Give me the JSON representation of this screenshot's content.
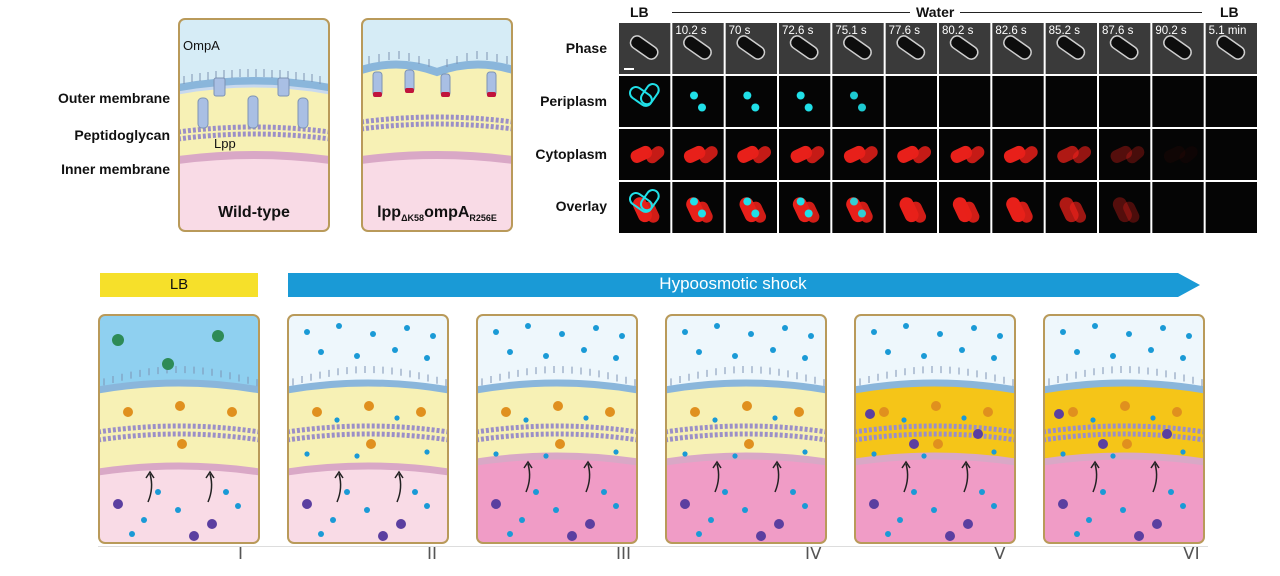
{
  "panel_a": {
    "labels": {
      "outer_membrane": "Outer membrane",
      "peptidoglycan": "Peptidoglycan",
      "inner_membrane": "Inner membrane",
      "ompa": "OmpA",
      "lpp": "Lpp"
    },
    "wild_type_caption": "Wild-type",
    "mutant_caption": {
      "lpp": "lpp",
      "lpp_sub": "ΔK58",
      "ompa": "ompA",
      "ompa_sub": "R256E"
    }
  },
  "micrograph": {
    "header_lb_left": "LB",
    "header_water": "Water",
    "header_lb_right": "LB",
    "rows": [
      "Phase",
      "Periplasm",
      "Cytoplasm",
      "Overlay"
    ],
    "time_labels": [
      "10.2 s",
      "70 s",
      "72.6 s",
      "75.1 s",
      "77.6 s",
      "80.2 s",
      "82.6 s",
      "85.2 s",
      "87.6 s",
      "90.2 s",
      "5.1 min"
    ]
  },
  "panel_c": {
    "lb_label": "LB",
    "shock_label": "Hypoosmotic shock",
    "stages": [
      "I",
      "II",
      "III",
      "IV",
      "V",
      "VI"
    ]
  },
  "colors": {
    "lb_bar": "#f6e02a",
    "shock_arrow": "#1a9ad6",
    "outside_lb": "#8fd0f0",
    "outside_water": "#eef7fc",
    "periplasm": "#f7f1b5",
    "periplasm_swollen": "#f5c518",
    "cytoplasm": "#f9dbe6",
    "cytoplasm_swollen": "#f09cc6",
    "fluor_cyan": "#20e0e8",
    "fluor_red": "#e8201a"
  }
}
